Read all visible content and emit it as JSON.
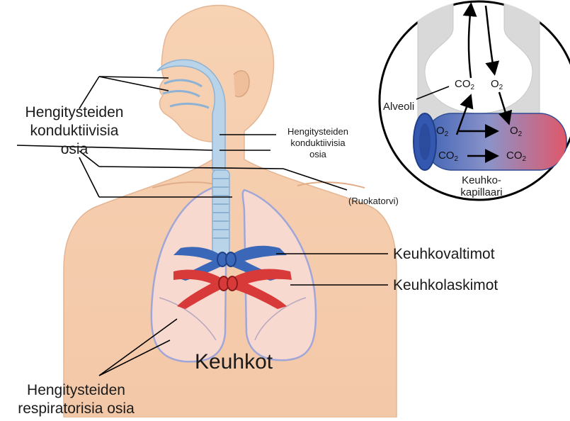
{
  "labels": {
    "conducting_left": [
      "Hengitysteiden",
      "konduktiivisia",
      "osia"
    ],
    "conducting_right": [
      "Hengitysteiden",
      "konduktiivisia",
      "osia"
    ],
    "esophagus": "(Ruokatorvi)",
    "pulmonary_arteries": "Keuhkovaltimot",
    "pulmonary_veins": "Keuhkolaskimot",
    "lungs": "Keuhkot",
    "respiratory": [
      "Hengitysteiden",
      "respiratorisia osia"
    ],
    "alveolus": "Alveoli",
    "capillary": [
      "Keuhko-",
      "kapillaari"
    ]
  },
  "chem": {
    "co2": "CO",
    "o2": "O",
    "sub2": "2"
  },
  "colors": {
    "skin": "#f4c9a6",
    "airway": "#b9d3e8",
    "artery_blue": "#3a67b8",
    "vein_red": "#d83a3a",
    "lung_fill": "#f7d9cf",
    "outline": "#000000"
  }
}
